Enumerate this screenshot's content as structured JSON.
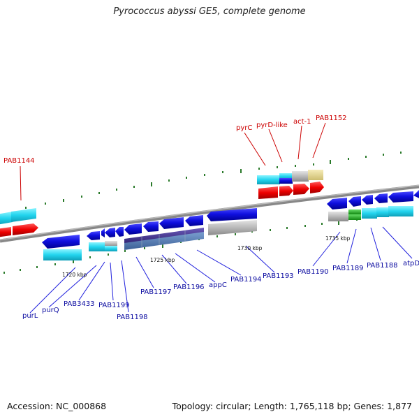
{
  "title": "Pyrococcus abyssi GE5, complete genome",
  "footer": {
    "accession": "Accession: NC_000868",
    "summary": "Topology: circular; Length: 1,765,118 bp; Genes: 1,877"
  },
  "ticks": {
    "t1720": "1720 kbp",
    "t1725": "1725 kbp",
    "t1730": "1730 kbp",
    "t1735": "1735 kbp"
  },
  "labels_top": {
    "pab1144": "PAB1144",
    "pyrc": "pyrC",
    "pyrd": "pyrD-like",
    "act1": "act-1",
    "pab1152": "PAB1152"
  },
  "labels_bottom": {
    "purl": "purL",
    "purq": "purQ",
    "pab3433": "PAB3433",
    "pab1199": "PAB1199",
    "pab1198": "PAB1198",
    "pab1197": "PAB1197",
    "pab1196": "PAB1196",
    "appc": "appC",
    "pab1194": "PAB1194",
    "pab1193": "PAB1193",
    "pab1190": "PAB1190",
    "pab1189": "PAB1189",
    "pab1188": "PAB1188",
    "atpd": "atpD"
  },
  "colors": {
    "gene_blue": "#0a0ad0",
    "cds_cyan": "#22d4ee",
    "rna_red": "#ee0000",
    "pseudo_gray": "#b8b8b8",
    "khaki": "#e8d890",
    "green": "#22aa22",
    "label_blue": "#0a0aa0",
    "label_red": "#cc0000"
  }
}
